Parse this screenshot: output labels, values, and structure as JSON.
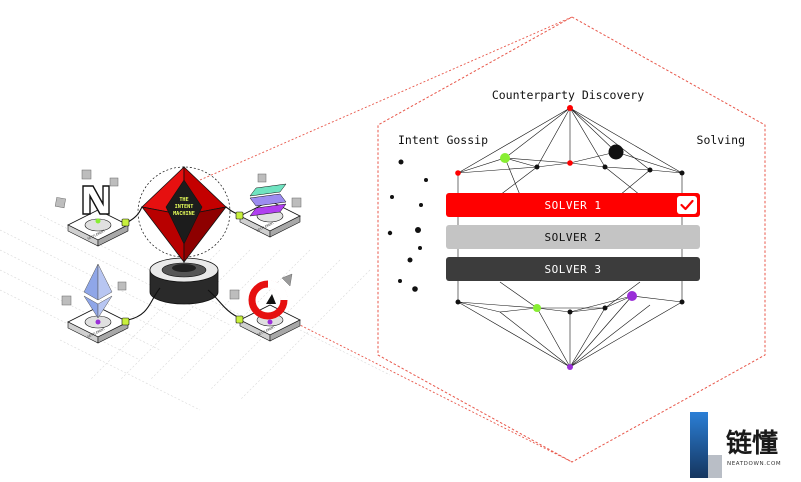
{
  "labels": {
    "counterparty": "Counterparty Discovery",
    "gossip": "Intent Gossip",
    "solving": "Solving"
  },
  "machine": {
    "line1": "THE",
    "line2": "INTENT",
    "line3": "MACHINE"
  },
  "solvers": [
    {
      "label": "SOLVER 1",
      "selected": true
    },
    {
      "label": "SOLVER 2",
      "selected": false
    },
    {
      "label": "SOLVER 3",
      "selected": false
    }
  ],
  "logo": {
    "chinese": "链懂",
    "url": "NEATDOWN.COM"
  },
  "colors": {
    "red": "#ff0000",
    "dashed": "#e8574a",
    "solver1": "#ff0000",
    "solver2": "#c4c4c4",
    "solver3": "#3c3c3c",
    "green": "#88ee33",
    "purple": "#9a2fd8"
  }
}
